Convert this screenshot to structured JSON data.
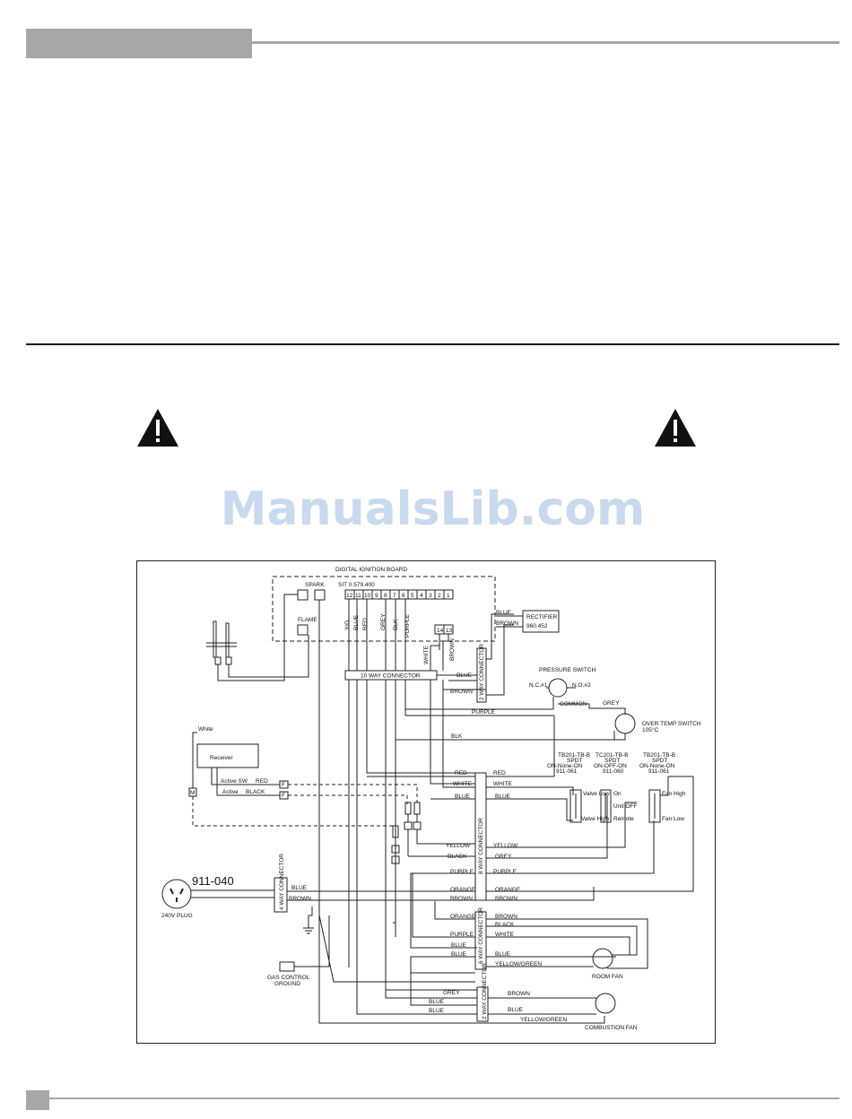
{
  "watermark": "ManualsLib.com",
  "diagram": {
    "board_title": "DIGITAL IGNITION BOARD",
    "spark": "SPARK",
    "flame": "FLAME",
    "sit_model": "SIT 0.579.400",
    "terminals": [
      "12",
      "11",
      "10",
      "9",
      "8",
      "7",
      "6",
      "5",
      "4",
      "3",
      "2",
      "1"
    ],
    "terminals_small": [
      "14",
      "13"
    ],
    "board_wires": [
      "Y/G",
      "BLUE",
      "RED",
      "GREY",
      "BLK",
      "PURPLE"
    ],
    "white_wire": "WHITE",
    "brown_wire": "BROWN",
    "ten_way": "10 WAY CONNECTOR",
    "two_way": "2 WAY CONNECTOR",
    "rectifier": "RECTIFIER",
    "rectifier_part": "960.452",
    "rect_blue": "BLUE",
    "rect_brown": "BROWN",
    "two_way_blue": "BLUE",
    "two_way_brown": "BROWN",
    "pressure_switch": "PRESSURE SWITCH",
    "nc1": "N.C.#1",
    "no2": "N.O.#2",
    "common": "COMMON",
    "grey_ps": "GREY",
    "purple_ps": "PURPLE",
    "over_temp": "OVER TEMP SWITCH",
    "over_temp_val": "105°C",
    "blk_ot": "BLK",
    "white_top": "White",
    "receiver": "Receiver",
    "active_sw": "Active SW",
    "active": "Active",
    "red_rx": "RED",
    "black_rx": "BLACK",
    "f_label": "F",
    "m_label": "M",
    "sw1": [
      "TB201-TB-B",
      "SPDT",
      "ON-None-ON",
      "911-061"
    ],
    "sw2": [
      "TC201-TB-B",
      "SPDT",
      "ON-OFF-ON",
      "911-060"
    ],
    "sw3": [
      "TB201-TB-B",
      "SPDT",
      "ON-None-ON",
      "911-061"
    ],
    "valve_low": "Valve Low",
    "valve_high": "Valve High",
    "on": "On",
    "unit_off": "Unit OFF",
    "remote": "Remote",
    "fan_high": "Fan High",
    "fan_low": "Fan Low",
    "eight_way": "8 WAY CONNECTOR",
    "left8": [
      "RED",
      "WHITE",
      "BLUE",
      "YELLOW",
      "BLACK",
      "PURPLE",
      "ORANGE",
      "BROWN"
    ],
    "right8": [
      "RED",
      "WHITE",
      "BLUE",
      "YELLOW",
      "GREY",
      "PURPLE",
      "ORANGE",
      "BROWN"
    ],
    "plug_part": "911-040",
    "plug": "240V PLUG",
    "four_way": "4 WAY CONNECTOR",
    "plug_blue": "BLUE",
    "plug_brown": "BROWN",
    "six_way": "6 WAY CONNECTOR",
    "left6": [
      "ORANGE",
      "PURPLE",
      "BLUE",
      "BLUE"
    ],
    "right6": [
      "BROWN",
      "BLACK",
      "WHITE",
      "BLUE",
      "YELLOW/GREEN"
    ],
    "room_fan": "ROOM FAN",
    "gas_ground": [
      "GAS CONTROL",
      "GROUND"
    ],
    "two_way_b": "2 WAY CONNECTOR",
    "left2": [
      "GREY",
      "BLUE",
      "BLUE"
    ],
    "right2": [
      "BROWN",
      "BLUE",
      "YELLOW/GREEN"
    ],
    "combustion_fan": "COMBUSTION FAN"
  },
  "colors": {
    "header_gray": "#a7a7a7",
    "watermark": "#c9d9ee"
  }
}
